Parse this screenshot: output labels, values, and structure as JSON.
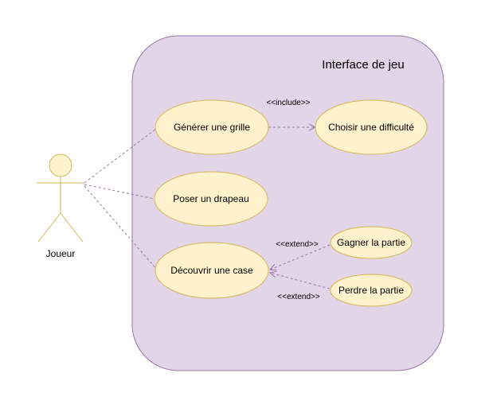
{
  "system": {
    "title": "Interface de jeu",
    "fill": "#e1d5e7",
    "stroke": "#9673a6"
  },
  "actor": {
    "name": "Joueur",
    "fill": "#fff2cc",
    "stroke": "#d6b656"
  },
  "use_cases": {
    "generer": "Générer une grille",
    "choisir": "Choisir une difficulté",
    "poser": "Poser un drapeau",
    "decouvrir": "Découvrir une case",
    "gagner": "Gagner la partie",
    "perdre": "Perdre la partie"
  },
  "use_case_style": {
    "fill": "#fff2cc",
    "stroke": "#d6b656"
  },
  "relations": {
    "include_label": "<<include>>",
    "extend_gagner_label": "<<extend>>",
    "extend_perdre_label": "<<extend>>",
    "line_color": "#9673a6"
  }
}
